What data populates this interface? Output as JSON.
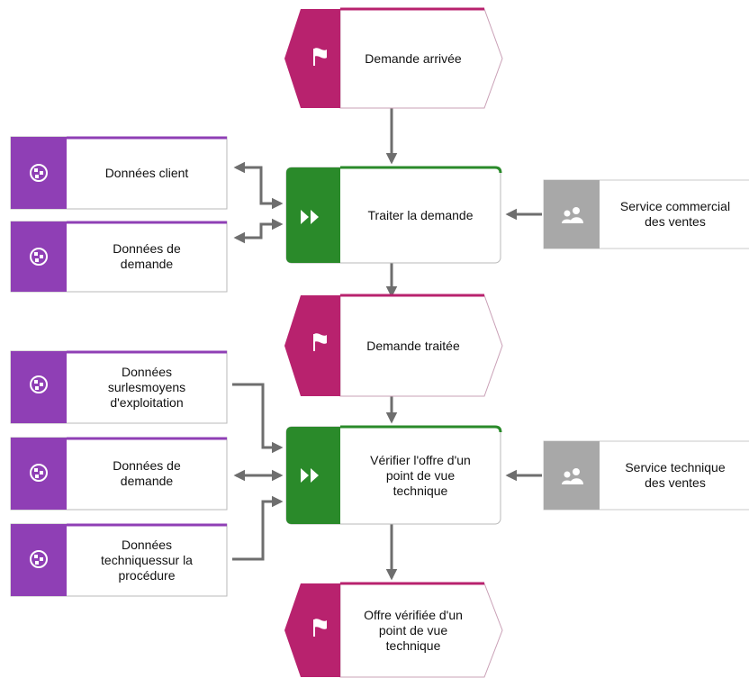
{
  "colors": {
    "event": "#b8226e",
    "function": "#2a8a2a",
    "data": "#8f3fb5",
    "org": "#a8a8a8",
    "connector": "#6e6e6e",
    "border": "#b9b9b9"
  },
  "events": {
    "demande_arrivee": "Demande arrivée",
    "demande_traitee": "Demande traitée",
    "offre_verifiee": "Offre vérifiée d'un\npoint de vue\ntechnique"
  },
  "functions": {
    "traiter": "Traiter la demande",
    "verifier": "Vérifier l'offre d'un\npoint de vue\ntechnique"
  },
  "data_objects": {
    "donnees_client": "Données client",
    "donnees_demande_1": "Données de\ndemande",
    "donnees_moyens": "Données\nsurlesmoyens\nd'exploitation",
    "donnees_demande_2": "Données de\ndemande",
    "donnees_procedure": "Données\ntechniquessur la\nprocédure"
  },
  "org_units": {
    "service_commercial": "Service commercial\ndes ventes",
    "service_technique": "Service technique\ndes ventes"
  },
  "icons": {
    "event": "flag-icon",
    "function": "double-chevron-right-icon",
    "data": "data-cluster-icon",
    "org": "people-icon"
  }
}
